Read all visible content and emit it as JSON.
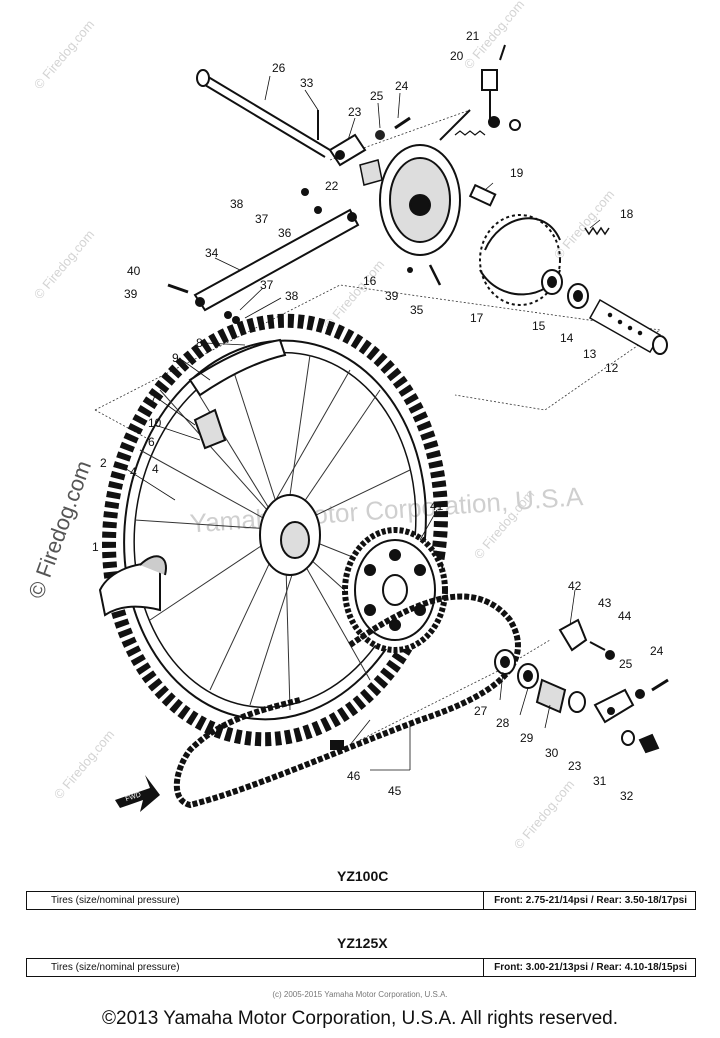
{
  "callouts": {
    "c21": "21",
    "c20": "20",
    "c26": "26",
    "c33": "33",
    "c24a": "24",
    "c25a": "25",
    "c23a": "23",
    "c22": "22",
    "c19": "19",
    "c38a": "38",
    "c37a": "37",
    "c36": "36",
    "c18": "18",
    "c34": "34",
    "c40": "40",
    "c16": "16",
    "c37b": "37",
    "c39a": "39",
    "c39b": "39",
    "c35": "35",
    "c38b": "38",
    "c17": "17",
    "c15": "15",
    "c14": "14",
    "c13": "13",
    "c12": "12",
    "c8": "8",
    "c9": "9",
    "c7": "7",
    "c10": "10",
    "c6": "6",
    "c2": "2",
    "c4a": "4",
    "c4b": "4",
    "c1": "1",
    "c41": "41",
    "c42": "42",
    "c43": "43",
    "c44": "44",
    "c25b": "25",
    "c24b": "24",
    "c27": "27",
    "c28": "28",
    "c29": "29",
    "c30": "30",
    "c23b": "23",
    "c31": "31",
    "c32": "32",
    "c46": "46",
    "c45": "45"
  },
  "fwd_label": "FWD",
  "watermark_mid": "Yamaha Motor Corporation, U.S.A",
  "watermarks": [
    "© Firedog.com",
    "© Firedog.com",
    "© Firedog.com",
    "© Firedog.com",
    "© Firedog.com",
    "© Firedog.com",
    "© Firedog.com",
    "© Firedog.com"
  ],
  "side_watermark": "© Firedog.com",
  "models": [
    {
      "name": "YZ100C",
      "spec_label": "Tires (size/nominal pressure)",
      "spec_value": "Front:  2.75-21/14psi   /   Rear:  3.50-18/17psi"
    },
    {
      "name": "YZ125X",
      "spec_label": "Tires (size/nominal pressure)",
      "spec_value": "Front:  3.00-21/13psi   /   Rear:  4.10-18/15psi"
    }
  ],
  "small_copyright": "(c) 2005-2015 Yamaha Motor Corporation, U.S.A.",
  "copyright": "©2013 Yamaha Motor Corporation, U.S.A. All rights reserved."
}
